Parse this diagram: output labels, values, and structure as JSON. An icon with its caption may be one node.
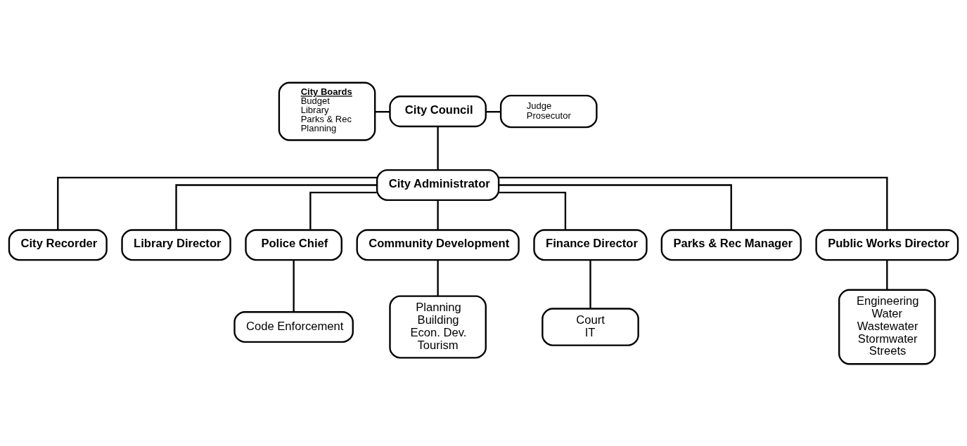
{
  "diagram": {
    "nodes": [
      {
        "text": [
          "City Boards",
          "Budget",
          "Library",
          "Parks & Rec",
          "Planning"
        ]
      },
      {
        "text": [
          "City Council"
        ]
      },
      {
        "text": [
          "Judge",
          "Prosecutor"
        ]
      },
      {
        "text": [
          "City Administrator"
        ]
      },
      {
        "text": [
          "City Recorder"
        ]
      },
      {
        "text": [
          "Library Director"
        ]
      },
      {
        "text": [
          "Police Chief"
        ]
      },
      {
        "text": [
          "Community Development"
        ]
      },
      {
        "text": [
          "Finance Director"
        ]
      },
      {
        "text": [
          "Parks & Rec Manager"
        ]
      },
      {
        "text": [
          "Public Works Director"
        ]
      },
      {
        "text": [
          "Code Enforcement"
        ]
      },
      {
        "text": [
          "Planning",
          "Building",
          "Econ. Dev.",
          "Tourism"
        ]
      },
      {
        "text": [
          "Court",
          "IT"
        ]
      },
      {
        "text": [
          "Engineering",
          "Water",
          "Wastewater",
          "Stormwater",
          "Streets"
        ]
      }
    ],
    "edges": [
      {
        "from": 0,
        "to": 1,
        "arrow": "none"
      },
      {
        "from": 1,
        "to": 2,
        "arrow": "none"
      },
      {
        "from": 1,
        "to": 3,
        "arrow": "none"
      },
      {
        "from": 3,
        "to": 4,
        "arrow": "none"
      },
      {
        "from": 3,
        "to": 5,
        "arrow": "none"
      },
      {
        "from": 3,
        "to": 6,
        "arrow": "none"
      },
      {
        "from": 3,
        "to": 7,
        "arrow": "none"
      },
      {
        "from": 3,
        "to": 8,
        "arrow": "none"
      },
      {
        "from": 3,
        "to": 9,
        "arrow": "none"
      },
      {
        "from": 3,
        "to": 10,
        "arrow": "none"
      },
      {
        "from": 6,
        "to": 11,
        "arrow": "none"
      },
      {
        "from": 7,
        "to": 12,
        "arrow": "none"
      },
      {
        "from": 8,
        "to": 13,
        "arrow": "none"
      },
      {
        "from": 10,
        "to": 14,
        "arrow": "none"
      }
    ]
  }
}
